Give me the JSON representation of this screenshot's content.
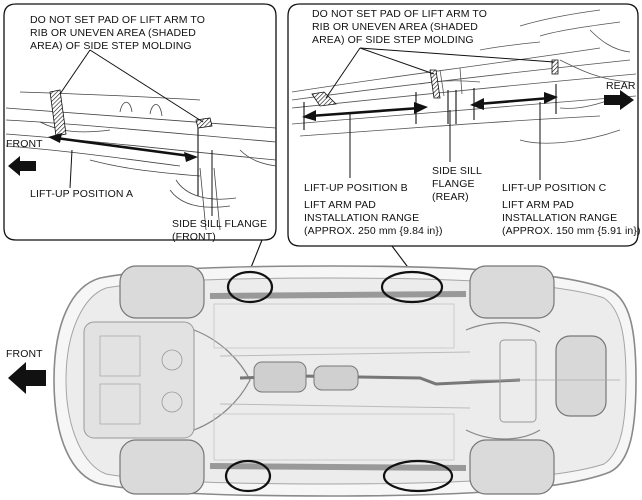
{
  "callout_front": {
    "warning": [
      "DO NOT SET PAD OF LIFT ARM TO",
      "RIB OR UNEVEN AREA (SHADED",
      "AREA) OF SIDE STEP MOLDING"
    ],
    "direction": "FRONT",
    "position": "LIFT-UP POSITION A",
    "flange": [
      "SIDE SILL FLANGE",
      "(FRONT)"
    ]
  },
  "callout_rear": {
    "warning": [
      "DO NOT SET PAD OF LIFT ARM TO",
      "RIB OR UNEVEN AREA (SHADED",
      "AREA) OF SIDE STEP MOLDING"
    ],
    "direction": "REAR",
    "position_b": "LIFT-UP POSITION B",
    "range_b": [
      "LIFT ARM PAD",
      "INSTALLATION RANGE",
      "(APPROX. 250 mm {9.84 in})"
    ],
    "flange": [
      "SIDE SILL",
      "FLANGE",
      "(REAR)"
    ],
    "position_c": "LIFT-UP POSITION C",
    "range_c": [
      "LIFT ARM PAD",
      "INSTALLATION RANGE",
      "(APPROX. 150 mm {5.91 in})"
    ]
  },
  "main_view": {
    "direction": "FRONT"
  },
  "colors": {
    "line": "#111111",
    "gray": "#9a9a9a",
    "light": "#d4d4d4",
    "background": "#ffffff"
  }
}
